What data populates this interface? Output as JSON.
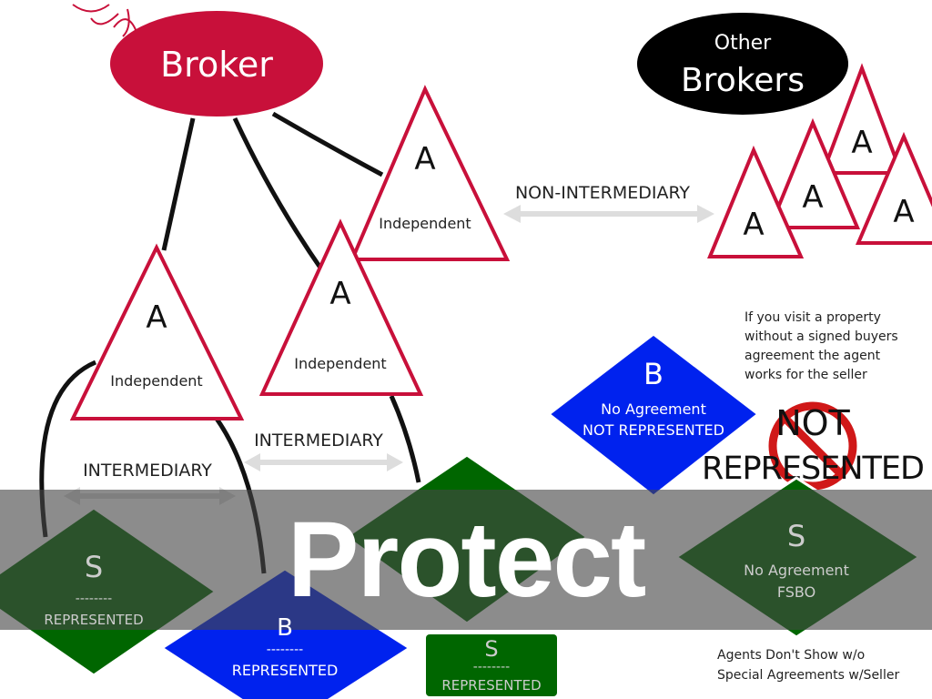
{
  "slide": {
    "title": "Protect",
    "colors": {
      "broker": "#c8103a",
      "other_brokers": "#000000",
      "buyer": "#0022ee",
      "seller": "#006600",
      "overlay": "#464646"
    }
  },
  "diagram": {
    "broker": "Broker",
    "other_brokers": {
      "line1": "Other",
      "line2": "Brokers"
    },
    "agent_letter": "A",
    "agent_label": "Independent",
    "non_intermediary": "NON-INTERMEDIARY",
    "intermediary": "INTERMEDIARY",
    "note_lines": [
      "If you visit a property",
      "without a signed buyers",
      "agreement the agent",
      "works for the seller"
    ],
    "buyer_no_agreement": {
      "letter": "B",
      "line1": "No Agreement",
      "line2": "NOT REPRESENTED"
    },
    "not_represented": {
      "line1": "NOT",
      "line2": "REPRESENTED"
    },
    "seller_represented": {
      "letter": "S",
      "dashes": "--------",
      "label": "REPRESENTED"
    },
    "buyer_represented": {
      "letter": "B",
      "dashes": "--------",
      "label": "REPRESENTED"
    },
    "seller_fsbo": {
      "letter": "S",
      "line1": "No Agreement",
      "line2": "FSBO"
    },
    "footer_lines": [
      "Agents Don't Show w/o",
      "Special Agreements w/Seller"
    ]
  }
}
